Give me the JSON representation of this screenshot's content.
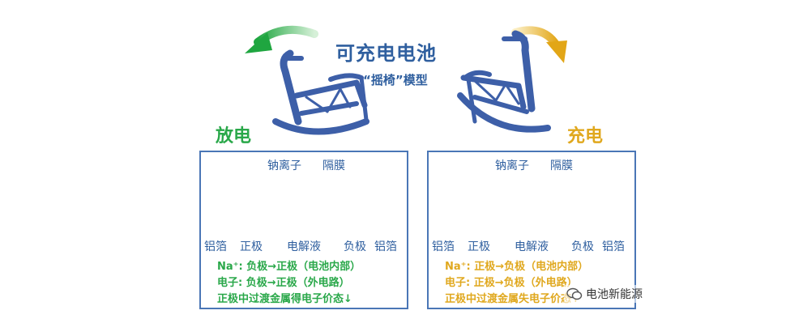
{
  "title": "可充电电池",
  "subtitle": "“摇椅”模型",
  "colors": {
    "discharge": "#2aa84a",
    "charge": "#e0a81e",
    "blue": "#2f5f9f",
    "ion": "#c81e2a"
  },
  "discharge": {
    "label": "放电",
    "sodium_ion": "钠离子",
    "separator": "隔膜",
    "al_left": "铝箔",
    "positive": "正极",
    "electrolyte": "电解液",
    "negative": "负极",
    "al_right": "铝箔",
    "line1": "Na⁺: 负极→正极（电池内部）",
    "line2": "电子: 负极→正极（外电路）",
    "line3": "正极中过渡金属得电子价态↓"
  },
  "charge": {
    "label": "充电",
    "sodium_ion": "钠离子",
    "separator": "隔膜",
    "al_left": "铝箔",
    "positive": "正极",
    "electrolyte": "电解液",
    "negative": "负极",
    "al_right": "铝箔",
    "line1": "Na⁺: 正极→负极（电池内部）",
    "line2": "电子: 正极→负极（外电路）",
    "line3": "正极中过渡金属失电子价态↑"
  },
  "watermark": {
    "text": "电池新能源",
    "icon": "wechat-icon"
  }
}
